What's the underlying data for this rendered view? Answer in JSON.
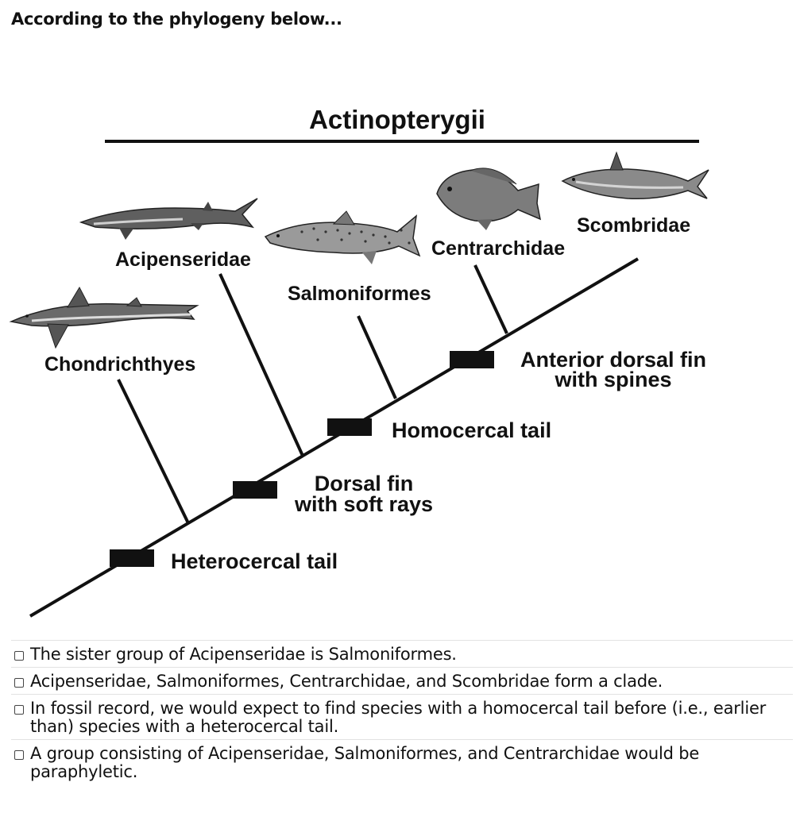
{
  "question": {
    "text": "According to the phylogeny below..."
  },
  "diagram": {
    "title": "Actinopterygii",
    "taxa": {
      "chondrichthyes": "Chondrichthyes",
      "acipenseridae": "Acipenseridae",
      "salmoniformes": "Salmoniformes",
      "centrarchidae": "Centrarchidae",
      "scombridae": "Scombridae"
    },
    "traits": {
      "heterocercal": "Heterocercal tail",
      "dorsal_line1": "Dorsal fin",
      "dorsal_line2": "with soft rays",
      "homocercal": "Homocercal tail",
      "anterior_line1": "Anterior dorsal fin",
      "anterior_line2": "with spines"
    },
    "icons": [
      "shark-icon",
      "sturgeon-icon",
      "trout-icon",
      "sunfish-icon",
      "mackerel-icon"
    ]
  },
  "options": [
    {
      "label": "The sister group of Acipenseridae is Salmoniformes."
    },
    {
      "label": "Acipenseridae, Salmoniformes, Centrarchidae, and Scombridae form a clade."
    },
    {
      "label": "In fossil record, we would expect to find species with a homocercal tail before (i.e., earlier than) species with a heterocercal tail."
    },
    {
      "label": "A group consisting of Acipenseridae, Salmoniformes, and Centrarchidae would be paraphyletic."
    }
  ]
}
